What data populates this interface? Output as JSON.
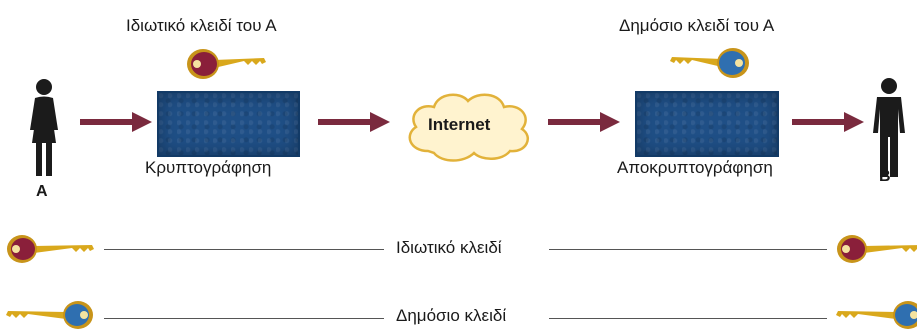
{
  "labels": {
    "private_key_of_a": "Ιδιωτικό κλειδί του Α",
    "public_key_of_a": "Δημόσιο κλειδί του Α",
    "internet": "Internet",
    "encryption": "Κρυπτογράφηση",
    "decryption": "Αποκρυπτογράφηση",
    "person_a": "Α",
    "person_b": "Β",
    "legend_private": "Ιδιωτικό κλειδί",
    "legend_public": "Δημόσιο κλειδί"
  },
  "colors": {
    "box": "#1f4f86",
    "arrow": "#7a2a3e",
    "private_key_head": "#8a1f3a",
    "public_key_head": "#2f6fb0",
    "key_gold": "#d9a81c",
    "cloud_fill": "#fff3cf",
    "cloud_stroke": "#e2b23a"
  },
  "icons": {
    "person_a": "woman-icon",
    "person_b": "man-icon",
    "private_key": "red-key-icon",
    "public_key": "blue-key-icon",
    "network": "cloud-icon"
  }
}
